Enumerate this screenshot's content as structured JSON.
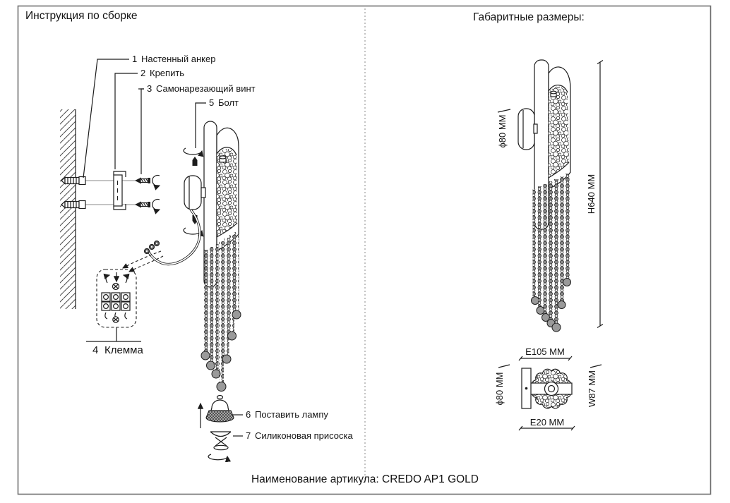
{
  "panels": {
    "assembly": {
      "title": "Инструкция по сборке"
    },
    "dimensions": {
      "title": "Габаритные размеры:"
    }
  },
  "callouts": {
    "wall_anchor": {
      "num": "1",
      "label": "Настенный анкер"
    },
    "fasten": {
      "num": "2",
      "label": "Крепить"
    },
    "self_tapping": {
      "num": "3",
      "label": "Самонарезающий винт"
    },
    "bolt": {
      "num": "5",
      "label": "Болт"
    },
    "terminal": {
      "num": "4",
      "label": "Клемма"
    },
    "insert_lamp": {
      "num": "6",
      "label": "Поставить лампу"
    },
    "suction_cup": {
      "num": "7",
      "label": "Силиконовая присоска"
    }
  },
  "dimensions_labels": {
    "canopy_diameter_side": "ϕ80 MM",
    "total_height": "H640 MM",
    "projection_e105": "E105 MM",
    "canopy_diameter_top": "ϕ80 MM",
    "width_w87": "W87 MM",
    "offset_e20": "E20 MM"
  },
  "footer": {
    "article_label": "Наименование артикула: CREDO AP1 GOLD"
  }
}
